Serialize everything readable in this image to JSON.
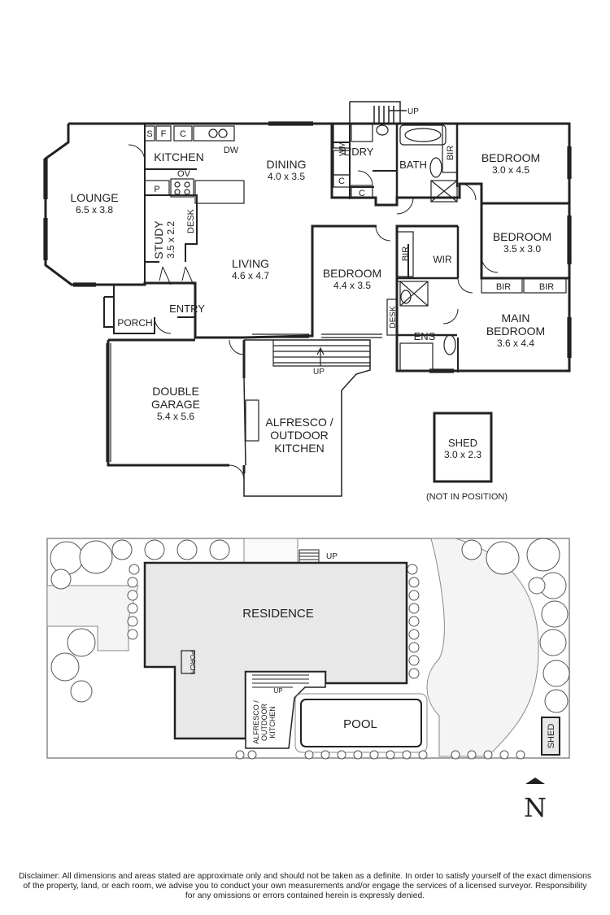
{
  "floorplan": {
    "rooms": [
      {
        "id": "lounge",
        "name": "LOUNGE",
        "dims": "6.5 x 3.8"
      },
      {
        "id": "kitchen",
        "name": "KITCHEN",
        "dims": ""
      },
      {
        "id": "dining",
        "name": "DINING",
        "dims": "4.0 x 3.5"
      },
      {
        "id": "study",
        "name": "STUDY",
        "dims": "3.5 x 2.2"
      },
      {
        "id": "living",
        "name": "LIVING",
        "dims": "4.6 x 4.7"
      },
      {
        "id": "bedroom-center",
        "name": "BEDROOM",
        "dims": "4.4 x 3.5"
      },
      {
        "id": "bedroom-top-right",
        "name": "BEDROOM",
        "dims": "3.0 x 4.5"
      },
      {
        "id": "bedroom-right",
        "name": "BEDROOM",
        "dims": "3.5 x 3.0"
      },
      {
        "id": "main-bedroom",
        "name": "MAIN BEDROOM",
        "name_line1": "MAIN",
        "name_line2": "BEDROOM",
        "dims": "3.6 x 4.4"
      },
      {
        "id": "double-garage",
        "name": "DOUBLE GARAGE",
        "name_line1": "DOUBLE",
        "name_line2": "GARAGE",
        "dims": "5.4 x 5.6"
      },
      {
        "id": "alfresco",
        "name": "ALFRESCO / OUTDOOR KITCHEN",
        "name_line1": "ALFRESCO /",
        "name_line2": "OUTDOOR",
        "name_line3": "KITCHEN",
        "dims": ""
      },
      {
        "id": "shed",
        "name": "SHED",
        "dims": "3.0 x 2.3"
      }
    ],
    "small_labels": {
      "entry": "ENTRY",
      "porch": "PORCH",
      "ldry": "L'DRY",
      "bath": "BATH",
      "ens": "ENS",
      "wir": "WIR",
      "bir": "BIR",
      "desk": "DESK",
      "wm": "WM",
      "c": "C",
      "s": "S",
      "f": "F",
      "p": "P",
      "ov": "OV",
      "dw": "DW",
      "up": "UP"
    },
    "shed_note": "(NOT IN POSITION)"
  },
  "siteplan": {
    "residence": "RESIDENCE",
    "pool": "POOL",
    "porch": "PORCH",
    "alfresco_lines": [
      "ALFRESCO /",
      "OUTDOOR",
      "KITCHEN"
    ],
    "shed": "SHED",
    "up": "UP"
  },
  "compass": {
    "letter": "N"
  },
  "disclaimer": {
    "line1": "Disclaimer: All dimensions and areas stated are approximate only and should not be taken as a definite. In order to satisfy yourself of the exact dimensions",
    "line2": "of the property, land, or each room, we advise you to conduct your own measurements and/or engage the services of a licensed surveyor. Responsibility",
    "line3": "for any omissions or errors contained herein is expressly denied."
  }
}
